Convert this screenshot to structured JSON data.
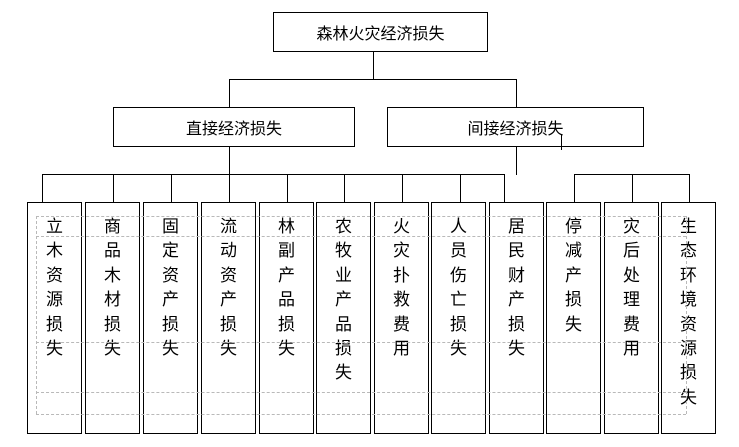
{
  "root": {
    "label": "森林火灾经济损失"
  },
  "branches": [
    {
      "label": "直接经济损失",
      "children": [
        "立木资源损失",
        "商品木材损失",
        "固定资产损失",
        "流动资产损失",
        "林副产品损失",
        "农牧业产品损失",
        "火灾扑救费用",
        "人员伤亡损失",
        "居民财产损失"
      ]
    },
    {
      "label": "间接经济损失",
      "children": [
        "停减产损失",
        "灾后处理费用",
        "生态环境资源损失"
      ]
    }
  ]
}
